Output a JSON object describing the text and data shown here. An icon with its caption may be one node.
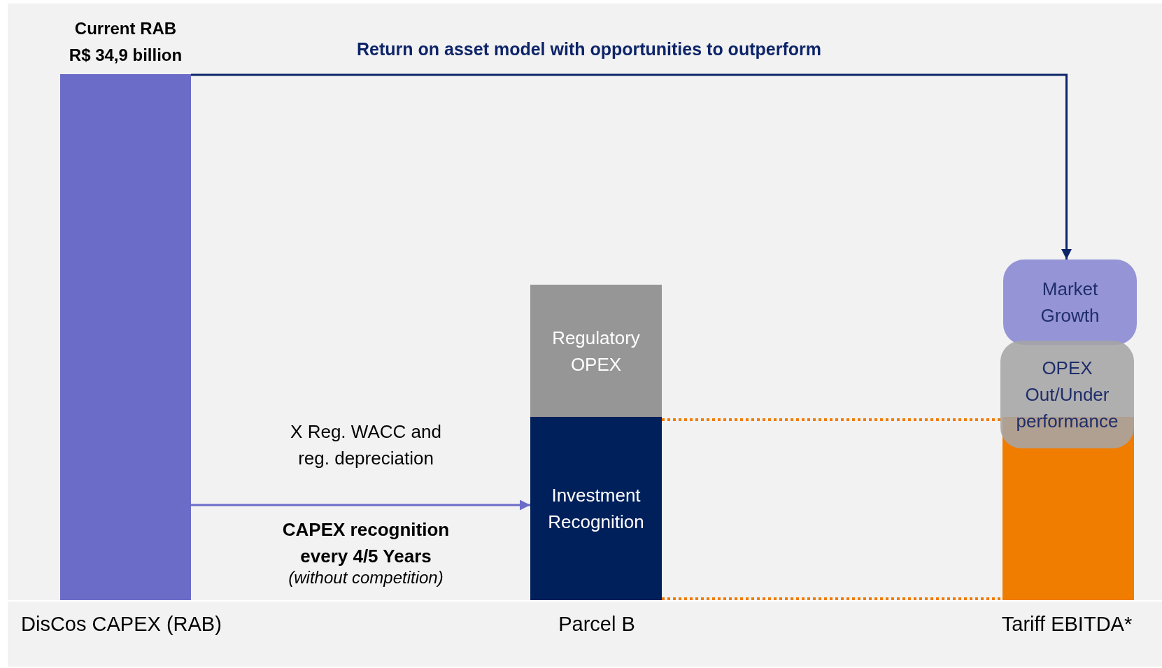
{
  "diagram": {
    "nodes": [
      {
        "text": [
          "Current RAB R$ 34,9 billion"
        ],
        "beside": [
          "DisCos CAPEX (RAB)"
        ]
      },
      {
        "text": [
          "Regulatory OPEX"
        ]
      },
      {
        "text": [
          "Investment Recognition"
        ]
      },
      {
        "text": [
          "Market Growth"
        ]
      },
      {
        "text": [
          "OPEX Out/Under performance"
        ]
      },
      {
        "text": [],
        "shape": "bar",
        "beside": [
          "Tariff EBITDA*"
        ]
      }
    ],
    "edges": [
      {
        "from": 0,
        "to": 3,
        "arrow": "to",
        "label": "Return on asset model with opportunities to outperform",
        "color": "#0d2468"
      },
      {
        "from": 0,
        "to": 2,
        "arrow": "to",
        "label": "X Reg. WACC and reg. depreciation",
        "color": "#6b6bc8"
      },
      {
        "from": 2,
        "to": 5,
        "arrow": "none",
        "style": "dashed",
        "color": "#f07c00"
      },
      {
        "from": 2,
        "to": 5,
        "arrow": "none",
        "style": "dashed",
        "color": "#f07c00"
      }
    ],
    "labels": [
      "CAPEX recognition every 4/5 Years",
      "(without competition)",
      "Parcel B"
    ]
  }
}
